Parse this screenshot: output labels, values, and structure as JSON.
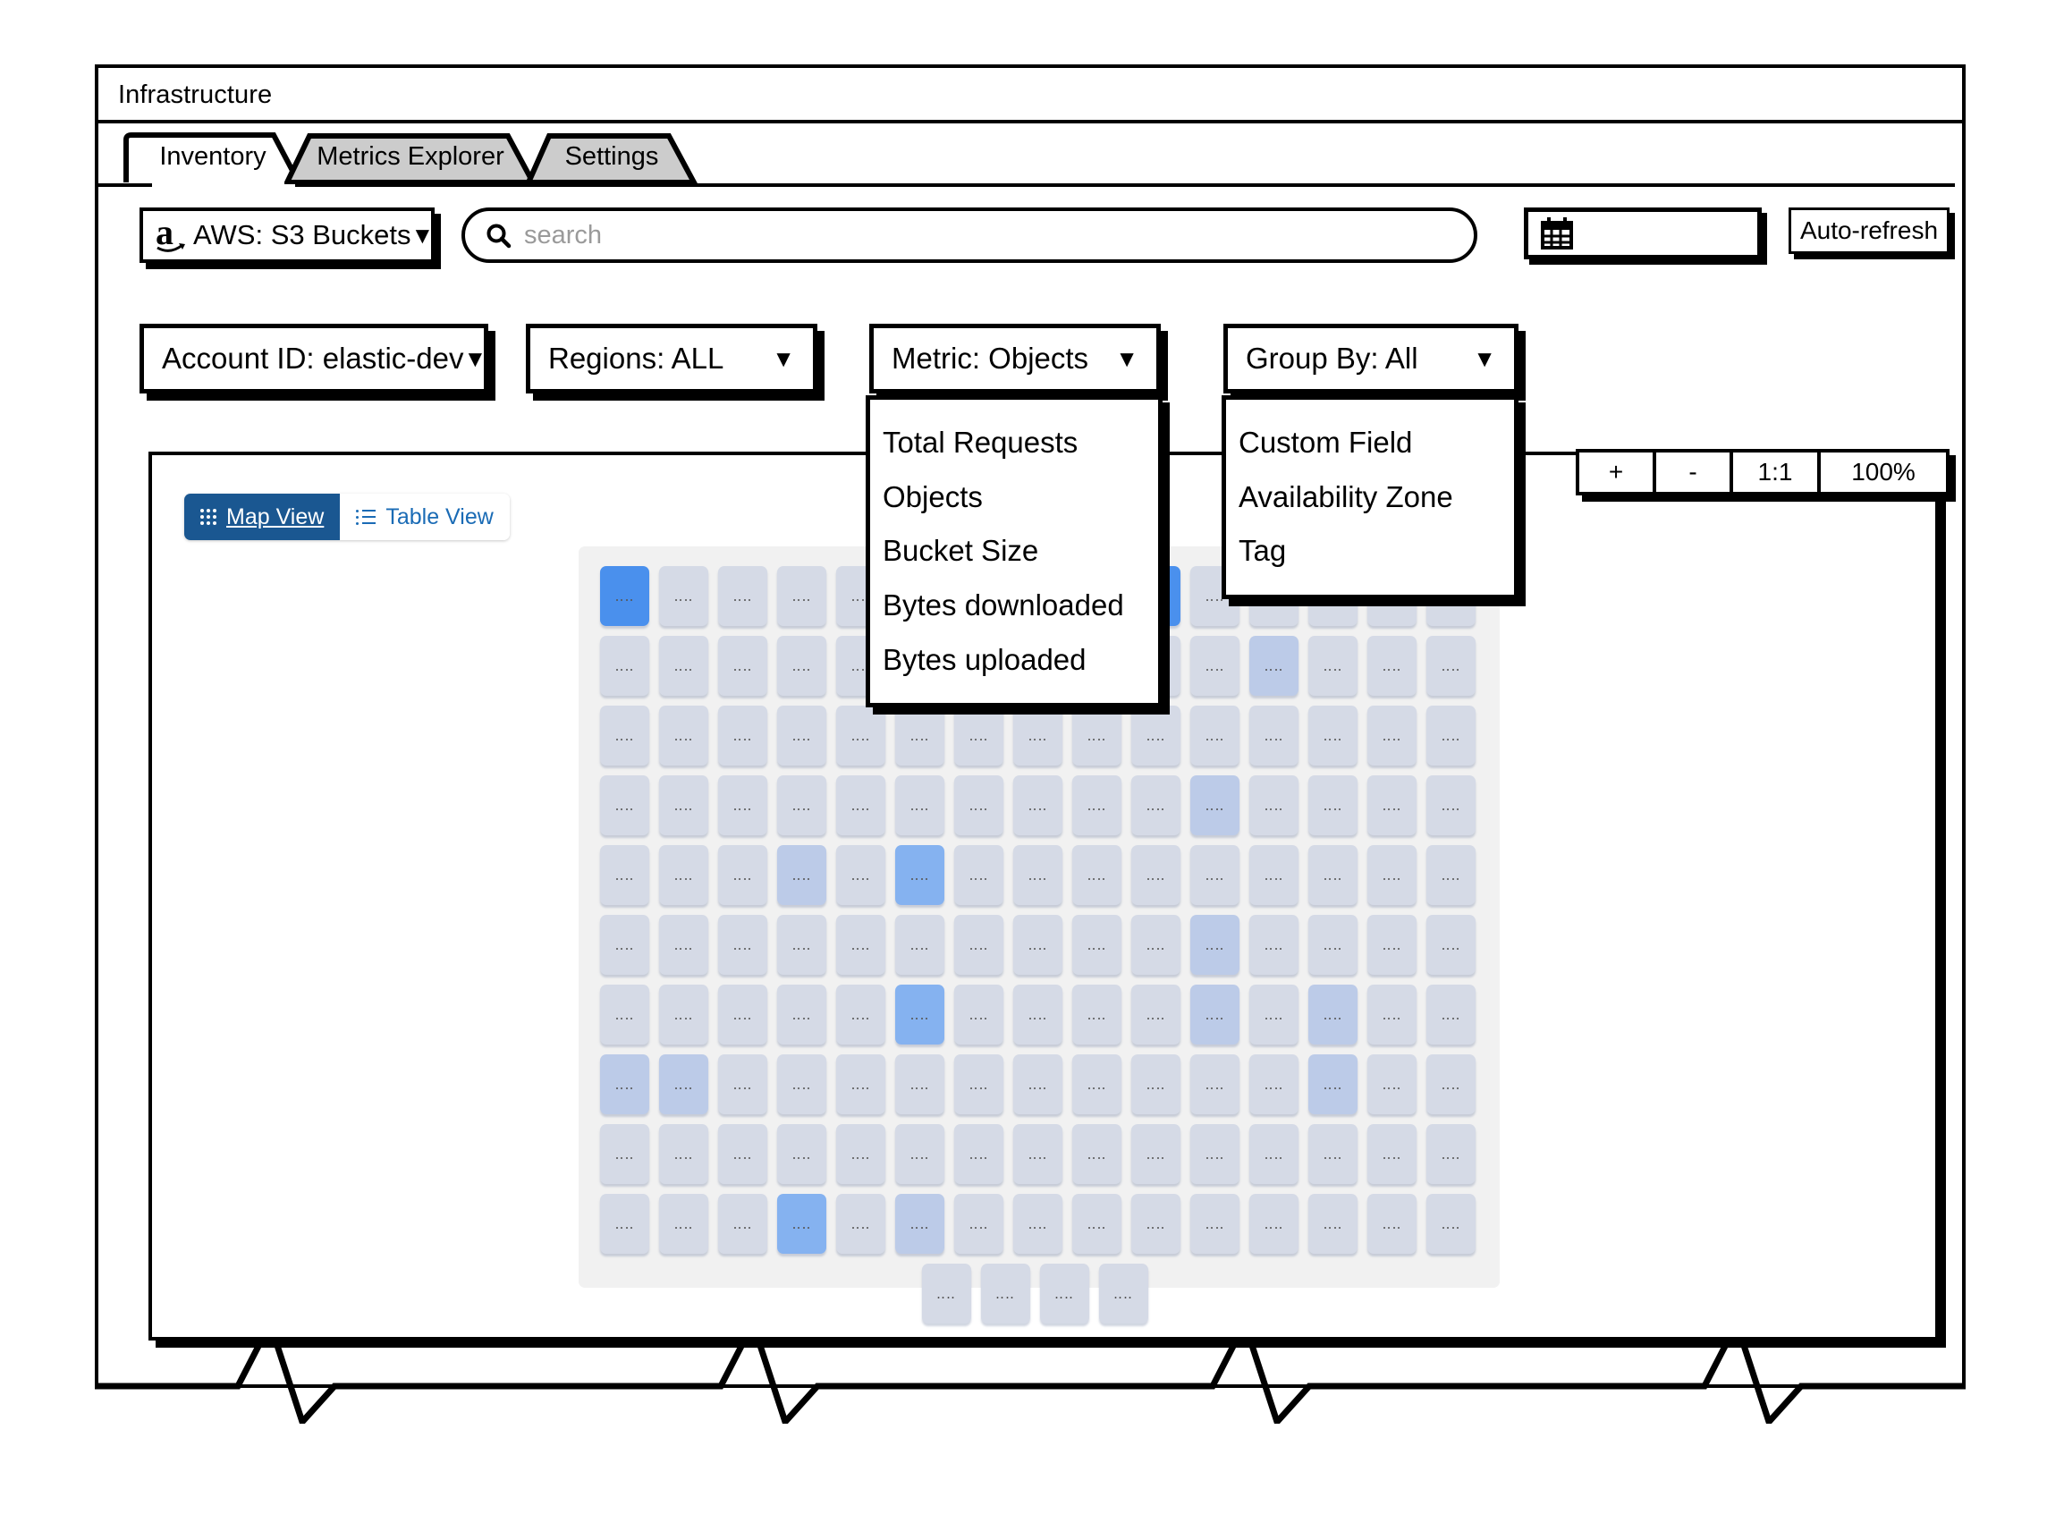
{
  "window": {
    "title": "Infrastructure"
  },
  "tabs": [
    {
      "label": "Inventory",
      "active": true
    },
    {
      "label": "Metrics Explorer",
      "active": false
    },
    {
      "label": "Settings",
      "active": false
    }
  ],
  "toolbar": {
    "source_select": {
      "label": "AWS: S3 Buckets",
      "icon": "aws-logo-icon",
      "caret": "▼"
    },
    "search": {
      "placeholder": "search",
      "value": "",
      "icon": "search-icon"
    },
    "date_picker": {
      "value": "",
      "icon": "calendar-icon"
    },
    "auto_refresh": {
      "label": "Auto-refresh"
    }
  },
  "filters": [
    {
      "name": "account-id",
      "label": "Account ID: elastic-dev",
      "caret": "▼"
    },
    {
      "name": "regions",
      "label": "Regions: ALL",
      "caret": "▼"
    },
    {
      "name": "metric",
      "label": "Metric: Objects",
      "caret": "▼"
    },
    {
      "name": "group-by",
      "label": "Group By: All",
      "caret": "▼"
    }
  ],
  "menus": {
    "metric": {
      "open": true,
      "items": [
        "Total Requests",
        "Objects",
        "Bucket Size",
        "Bytes downloaded",
        "Bytes uploaded"
      ]
    },
    "group_by": {
      "open": true,
      "items": [
        "Custom Field",
        "Availability Zone",
        "Tag"
      ]
    }
  },
  "view_toggle": {
    "map_view": {
      "label": "Map View",
      "icon": "grid-dots-icon",
      "active": true
    },
    "table_view": {
      "label": "Table View",
      "icon": "list-icon",
      "active": false
    }
  },
  "zoom_controls": {
    "zoom_in": "+",
    "zoom_out": "-",
    "reset": "1:1",
    "level": "100%"
  },
  "colors": {
    "accent_blue": "#4a90ed",
    "toggle_active": "#1a5791",
    "toggle_link": "#1a6bb5",
    "cell_base": "#d5dae6",
    "panel_bg": "#f1f1f1"
  },
  "heatmap": {
    "cell_label": "‥‥",
    "columns": 15,
    "rows": 11,
    "grid": [
      [
        "hot",
        "base",
        "base",
        "base",
        "base",
        "base",
        "base",
        "base",
        "base",
        "hot",
        "base",
        "base",
        "base",
        "base",
        "base"
      ],
      [
        "base",
        "base",
        "base",
        "base",
        "base",
        "base",
        "base",
        "base",
        "base",
        "base",
        "base",
        "mid",
        "base",
        "base",
        "base"
      ],
      [
        "base",
        "base",
        "base",
        "base",
        "base",
        "base",
        "base",
        "base",
        "base",
        "base",
        "base",
        "base",
        "base",
        "base",
        "base"
      ],
      [
        "base",
        "base",
        "base",
        "base",
        "base",
        "base",
        "base",
        "base",
        "base",
        "base",
        "mid",
        "base",
        "base",
        "base",
        "base"
      ],
      [
        "base",
        "base",
        "base",
        "mid",
        "base",
        "warm",
        "base",
        "base",
        "base",
        "base",
        "base",
        "base",
        "base",
        "base",
        "base"
      ],
      [
        "base",
        "base",
        "base",
        "base",
        "base",
        "base",
        "base",
        "base",
        "base",
        "base",
        "mid",
        "base",
        "base",
        "base",
        "base"
      ],
      [
        "base",
        "base",
        "base",
        "base",
        "base",
        "warm",
        "base",
        "base",
        "base",
        "base",
        "mid",
        "base",
        "mid",
        "base",
        "base"
      ],
      [
        "mid",
        "mid",
        "base",
        "base",
        "base",
        "base",
        "base",
        "base",
        "base",
        "base",
        "base",
        "base",
        "mid",
        "base",
        "base"
      ],
      [
        "base",
        "base",
        "base",
        "base",
        "base",
        "base",
        "base",
        "base",
        "base",
        "base",
        "base",
        "base",
        "base",
        "base",
        "base"
      ],
      [
        "base",
        "base",
        "base",
        "warm",
        "base",
        "mid",
        "base",
        "base",
        "base",
        "base",
        "base",
        "base",
        "base",
        "base",
        "base"
      ],
      [
        "base",
        "base",
        "base",
        "base"
      ]
    ],
    "shades": {
      "base": "#d5dae6",
      "mid": "#bccbe8",
      "warm": "#85b2f0",
      "hot": "#4a90ed"
    }
  }
}
